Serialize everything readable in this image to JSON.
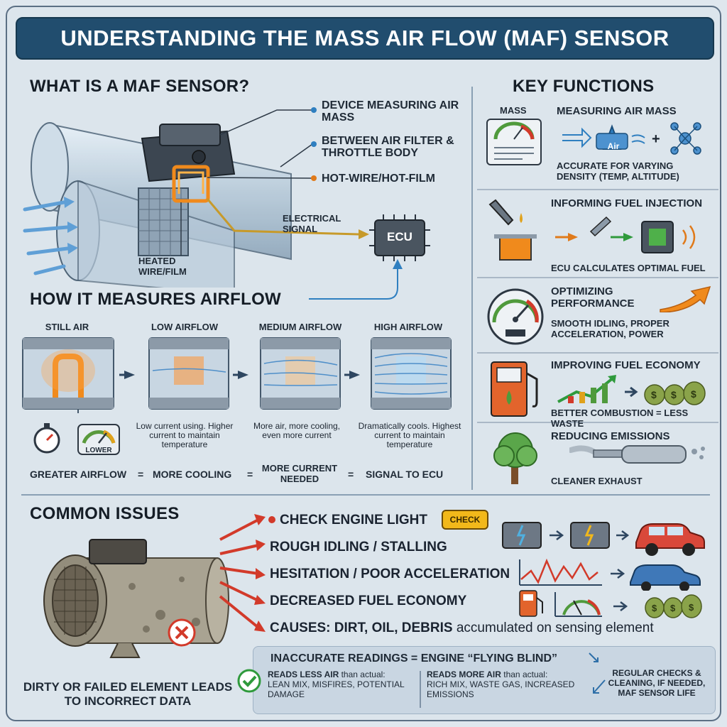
{
  "title": "UNDERSTANDING THE MASS AIR FLOW (MAF) SENSOR",
  "what_is": {
    "heading": "WHAT IS A MAF SENSOR?",
    "callouts": [
      "DEVICE MEASURING AIR MASS",
      "BETWEEN AIR FILTER & THROTTLE BODY",
      "HOT-WIRE/HOT-FILM"
    ],
    "electrical_signal": "ELECTRICAL SIGNAL",
    "ecu": "ECU",
    "heated": "HEATED WIRE/FILM"
  },
  "how": {
    "heading": "HOW IT MEASURES AIRFLOW",
    "stages": [
      {
        "label": "STILL AIR",
        "caption": ""
      },
      {
        "label": "LOW AIRFLOW",
        "caption": "Low current using. Higher current to maintain temperature"
      },
      {
        "label": "MEDIUM AIRFLOW",
        "caption": "More air, more cooling, even more current"
      },
      {
        "label": "HIGH AIRFLOW",
        "caption": "Dramatically cools. Highest current to maintain temperature"
      }
    ],
    "gauge_label": "LOWER",
    "equation": [
      "GREATER AIRFLOW",
      "=",
      "MORE COOLING",
      "=",
      "MORE CURRENT NEEDED",
      "=",
      "SIGNAL TO ECU"
    ]
  },
  "key": {
    "heading": "KEY FUNCTIONS",
    "mass_label": "MASS",
    "measuring": {
      "title": "MEASURING AIR MASS",
      "air": "Air",
      "desc": "ACCURATE FOR VARYING DENSITY (TEMP, ALTITUDE)"
    },
    "fuel_injection": {
      "title": "INFORMING FUEL INJECTION",
      "desc": "ECU CALCULATES OPTIMAL FUEL"
    },
    "performance": {
      "title": "OPTIMIZING PERFORMANCE",
      "desc": "SMOOTH IDLING, PROPER ACCELERATION, POWER"
    },
    "economy": {
      "title": "IMPROVING FUEL ECONOMY",
      "desc": "BETTER COMBUSTION = LESS WASTE"
    },
    "emissions": {
      "title": "REDUCING EMISSIONS",
      "desc": "CLEANER EXHAUST"
    }
  },
  "issues": {
    "heading": "COMMON ISSUES",
    "items": [
      "CHECK ENGINE LIGHT",
      "ROUGH IDLING / STALLING",
      "HESITATION / POOR ACCELERATION",
      "DECREASED FUEL ECONOMY"
    ],
    "causes_bold": "CAUSES: DIRT, OIL, DEBRIS",
    "causes_rest": "accumulated on sensing element",
    "check_label": "CHECK",
    "dirty": "DIRTY OR FAILED ELEMENT LEADS TO INCORRECT DATA",
    "box_title": "INACCURATE READINGS = ENGINE “FLYING BLIND”",
    "less_bold": "READS LESS AIR",
    "less_rest": "than actual:",
    "less_effects": "LEAN MIX, MISFIRES, POTENTIAL DAMAGE",
    "more_bold": "READS MORE AIR",
    "more_rest": "than actual:",
    "more_effects": "RICH MIX, WASTE GAS, INCREASED EMISSIONS",
    "regular": "REGULAR CHECKS & CLEANING, if needed, MAF SENSOR LIFE"
  },
  "colors": {
    "banner": "#214d6e",
    "arrow_red": "#d23a2a",
    "heat": "#f08a1c",
    "accent_blue": "#2f7fc0",
    "green": "#2f9a3c"
  }
}
